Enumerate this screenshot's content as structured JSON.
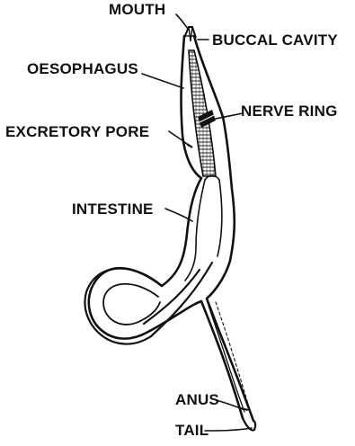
{
  "labels": {
    "mouth": "MOUTH",
    "buccal_cavity": "BUCCAL CAVITY",
    "oesophagus": "OESOPHAGUS",
    "nerve_ring": "NERVE RING",
    "excretory_pore": "EXCRETORY PORE",
    "intestine": "INTESTINE",
    "anus": "ANUS",
    "tail": "TAIL"
  },
  "colors": {
    "ink": "#111111",
    "background": "#ffffff"
  }
}
